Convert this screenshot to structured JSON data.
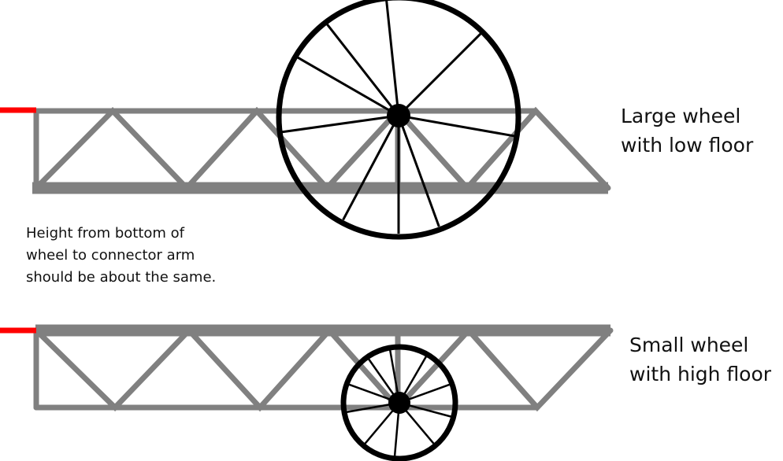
{
  "labels": {
    "large_wheel_line1": "Large wheel",
    "large_wheel_line2": "with low floor",
    "small_wheel_line1": "Small wheel",
    "small_wheel_line2": "with high floor",
    "note_line1": "Height from bottom of",
    "note_line2": "wheel to connector arm",
    "note_line3": "should be about the same."
  },
  "colors": {
    "truss": "#808080",
    "connector": "#ff0000",
    "wheel": "#000000"
  }
}
